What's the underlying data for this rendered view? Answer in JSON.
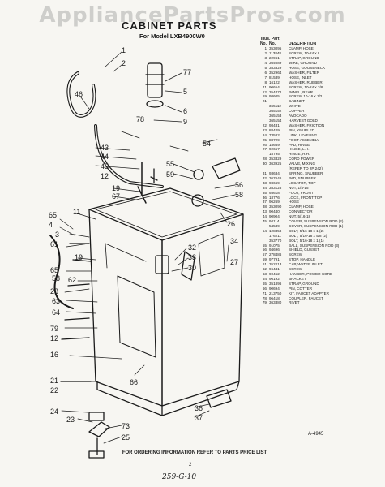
{
  "watermark": "AppliancePartsPros.com",
  "title": "CABINET PARTS",
  "subtitle": "For Model LXB4900W0",
  "table": {
    "header_top": "Illus. Part",
    "headers": [
      "No.",
      "No.",
      "DESCRIPTION"
    ],
    "rows": [
      [
        "1",
        "353095",
        "CLAMP, HOSE"
      ],
      [
        "2",
        "113848",
        "SCREW, 10-24 x L"
      ],
      [
        "3",
        "22961",
        "STRAP, GROUND"
      ],
      [
        "4",
        "364089",
        "WIRE, GROUND"
      ],
      [
        "5",
        "383329",
        "HOSE, GOOSENECK"
      ],
      [
        "6",
        "352964",
        "WASHER, FILTER"
      ],
      [
        "7",
        "81539",
        "HOSE, INLET"
      ],
      [
        "8",
        "16122",
        "WASHER, RUBBER"
      ],
      [
        "11",
        "90654",
        "SCREW, 10-24 x 3/8"
      ],
      [
        "12",
        "354472",
        "PANEL, REAR"
      ],
      [
        "19",
        "98605",
        "SCREW 10-16 x 1/2"
      ],
      [
        "21",
        "",
        "CABINET"
      ],
      [
        "",
        "365112",
        "WHITE"
      ],
      [
        "",
        "365152",
        "COPPER"
      ],
      [
        "",
        "365153",
        "AVOCADO"
      ],
      [
        "",
        "365154",
        "HARVEST GOLD"
      ],
      [
        "22",
        "98431",
        "WASHER, FRICTION"
      ],
      [
        "23",
        "88429",
        "PIN, KNURLED"
      ],
      [
        "24",
        "73582",
        "LINK, LEVELING"
      ],
      [
        "25",
        "88729",
        "FOOT ASSEMBLY"
      ],
      [
        "26",
        "18669",
        "PAD, HINGE"
      ],
      [
        "27",
        "92657",
        "HINGE, L.H."
      ],
      [
        "",
        "18795",
        "HINGE, R.H."
      ],
      [
        "28",
        "353329",
        "CORD POWER"
      ],
      [
        "30",
        "363925",
        "VALVE, MIXING"
      ],
      [
        "",
        "",
        "(REFER TO 2P 242)"
      ],
      [
        "31",
        "93634",
        "SPRING, SNUBBER"
      ],
      [
        "32",
        "367646",
        "PAD, SNUBBER"
      ],
      [
        "33",
        "98669",
        "LOCATOR, TOP"
      ],
      [
        "34",
        "383128",
        "NUT, 1/4-15"
      ],
      [
        "35",
        "93618",
        "FOOT, FRONT"
      ],
      [
        "36",
        "18776",
        "LOCK, FRONT TOP"
      ],
      [
        "37",
        "96269",
        "HOSE"
      ],
      [
        "38",
        "353090",
        "CLAMP, HOSE"
      ],
      [
        "43",
        "90440",
        "CONNECTOR"
      ],
      [
        "44",
        "90904",
        "NUT, 5/16-18"
      ],
      [
        "45",
        "94114",
        "COVER, SUSPENSION ROD (2)"
      ],
      [
        "",
        "54539",
        "COVER, SUSPENSION ROD (1)"
      ],
      [
        "54",
        "128358",
        "BOLT, 5/16-18 x 1 (2)"
      ],
      [
        "",
        "176211",
        "BOLT, 5/16-18 x 5/8 (2)"
      ],
      [
        "",
        "353770",
        "BOLT, 5/16-18 x 1 (1)"
      ],
      [
        "55",
        "91075",
        "BALL, SUSPENSION ROD (3)"
      ],
      [
        "56",
        "94696",
        "SHIELD, GUSSET"
      ],
      [
        "57",
        "278486",
        "SCREW"
      ],
      [
        "59",
        "97791",
        "STOP, HANDLE"
      ],
      [
        "61",
        "352213",
        "CAP, WATER INLET"
      ],
      [
        "62",
        "96441",
        "SCREW"
      ],
      [
        "63",
        "90452",
        "HANGER, POWER CORD"
      ],
      [
        "64",
        "96192",
        "BRACKET"
      ],
      [
        "65",
        "351896",
        "STRAP, GROUND"
      ],
      [
        "66",
        "90694",
        "PIN, COTTER"
      ],
      [
        "71",
        "213750",
        "KIT, FAUCET ADAPTER"
      ],
      [
        "78",
        "96418",
        "COUPLER, FAUCET"
      ],
      [
        "79",
        "363380",
        "RIVET"
      ]
    ]
  },
  "callouts": [
    {
      "id": "c1",
      "t": "1"
    },
    {
      "id": "c2",
      "t": "2"
    },
    {
      "id": "c46",
      "t": "46"
    },
    {
      "id": "c77",
      "t": "77"
    },
    {
      "id": "c5",
      "t": "5"
    },
    {
      "id": "c6",
      "t": "6"
    },
    {
      "id": "c78",
      "t": "78"
    },
    {
      "id": "c9",
      "t": "9"
    },
    {
      "id": "c43",
      "t": "43"
    },
    {
      "id": "c54",
      "t": "54"
    },
    {
      "id": "c44",
      "t": "44"
    },
    {
      "id": "c45",
      "t": "45"
    },
    {
      "id": "c55",
      "t": "55"
    },
    {
      "id": "c12",
      "t": "12"
    },
    {
      "id": "c59",
      "t": "59"
    },
    {
      "id": "c56",
      "t": "56"
    },
    {
      "id": "c58",
      "t": "58"
    },
    {
      "id": "c19",
      "t": "19"
    },
    {
      "id": "c67",
      "t": "67"
    },
    {
      "id": "c65a",
      "t": "65"
    },
    {
      "id": "c4",
      "t": "4"
    },
    {
      "id": "c11",
      "t": "11"
    },
    {
      "id": "c3",
      "t": "3"
    },
    {
      "id": "c26",
      "t": "26"
    },
    {
      "id": "c61",
      "t": "61"
    },
    {
      "id": "c19b",
      "t": "19"
    },
    {
      "id": "c65b",
      "t": "65"
    },
    {
      "id": "c62",
      "t": "62"
    },
    {
      "id": "c28",
      "t": "28"
    },
    {
      "id": "c34",
      "t": "34"
    },
    {
      "id": "c32",
      "t": "32"
    },
    {
      "id": "c33",
      "t": "33"
    },
    {
      "id": "c30",
      "t": "30"
    },
    {
      "id": "c27",
      "t": "27"
    },
    {
      "id": "c63",
      "t": "63"
    },
    {
      "id": "c64",
      "t": "64"
    },
    {
      "id": "c58b",
      "t": "58"
    },
    {
      "id": "c79",
      "t": "79"
    },
    {
      "id": "c12b",
      "t": "12"
    },
    {
      "id": "c16",
      "t": "16"
    },
    {
      "id": "c21",
      "t": "21"
    },
    {
      "id": "c22",
      "t": "22"
    },
    {
      "id": "c66",
      "t": "66"
    },
    {
      "id": "c24",
      "t": "24"
    },
    {
      "id": "c36",
      "t": "36"
    },
    {
      "id": "c37",
      "t": "37"
    },
    {
      "id": "c23",
      "t": "23"
    },
    {
      "id": "c73",
      "t": "73"
    },
    {
      "id": "c25",
      "t": "25"
    }
  ],
  "figure_no": "A-4945",
  "footer": "FOR ORDERING INFORMATION REFER TO PARTS PRICE LIST",
  "page_no": "2",
  "handwritten": "259-G-10"
}
